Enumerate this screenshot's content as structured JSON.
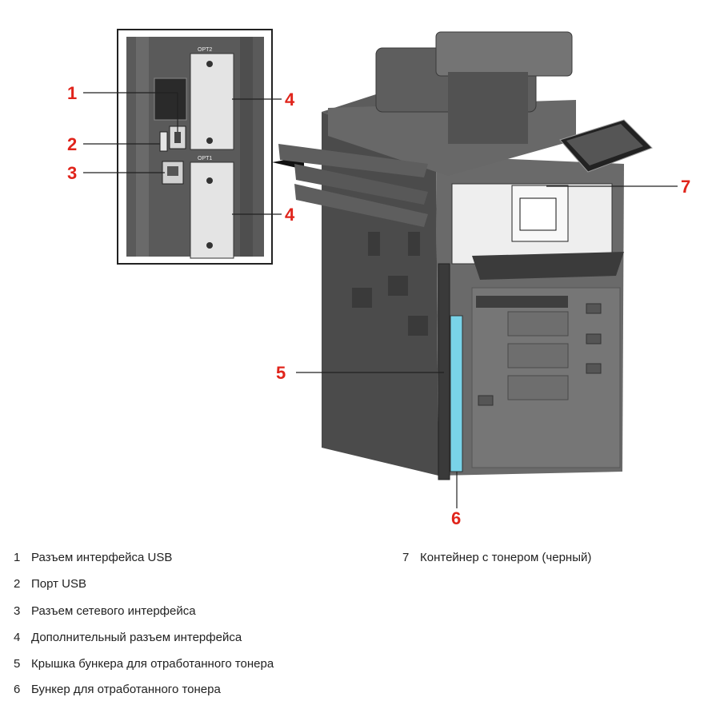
{
  "figure": {
    "colors": {
      "callout": "#e0241b",
      "body": "#4a4a4a",
      "toner_bin": "#79d3e8"
    },
    "inset": {
      "slot_top_label": "OPT2",
      "slot_bottom_label": "OPT1"
    },
    "callouts": {
      "c1": "1",
      "c2": "2",
      "c3": "3",
      "c4a": "4",
      "c4b": "4",
      "c5": "5",
      "c6": "6",
      "c7": "7"
    }
  },
  "legend": [
    {
      "num": "1",
      "text": "Разъем интерфейса USB"
    },
    {
      "num": "2",
      "text": "Порт USB"
    },
    {
      "num": "3",
      "text": "Разъем сетевого интерфейса"
    },
    {
      "num": "4",
      "text": "Дополнительный разъем интерфейса"
    },
    {
      "num": "5",
      "text": "Крышка бункера для отработанного тонера"
    },
    {
      "num": "6",
      "text": "Бункер для отработанного тонера"
    },
    {
      "num": "7",
      "text": "Контейнер с тонером (черный)"
    }
  ]
}
